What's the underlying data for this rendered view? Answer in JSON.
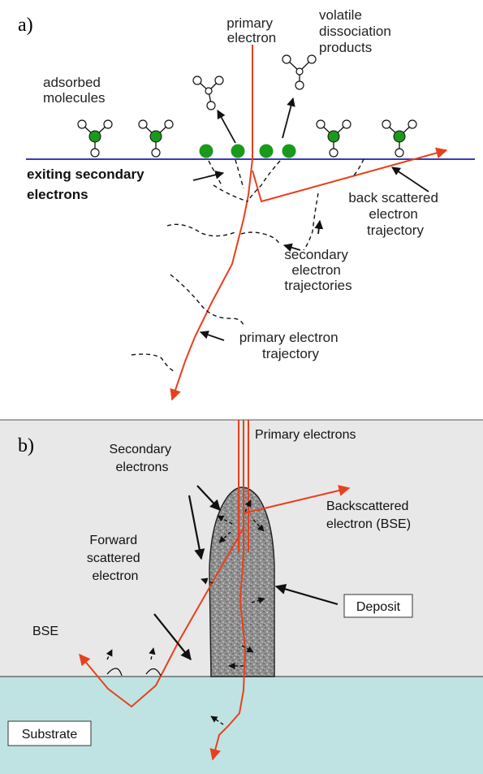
{
  "panel_a": {
    "label": "a)",
    "primary_electron": [
      "primary",
      "electron"
    ],
    "volatile": [
      "volatile",
      "dissociation",
      "products"
    ],
    "adsorbed": [
      "adsorbed",
      "molecules"
    ],
    "exiting": [
      "exiting secondary",
      "electrons"
    ],
    "back_scattered": [
      "back scattered",
      "electron",
      "trajectory"
    ],
    "secondary_traj": [
      "secondary",
      "electron",
      "trajectories"
    ],
    "primary_traj": [
      "primary electron",
      "trajectory"
    ],
    "colors": {
      "surface": "#3a3ab8",
      "molecule_center": "#1a9a1a",
      "beam": "#e8401c"
    }
  },
  "panel_b": {
    "label": "b)",
    "primary": "Primary electrons",
    "secondary": [
      "Secondary",
      "electrons"
    ],
    "bse_right": [
      "Backscattered",
      "electron (BSE)"
    ],
    "forward": [
      "Forward",
      "scattered",
      "electron"
    ],
    "deposit": "Deposit",
    "bse_left": "BSE",
    "substrate": "Substrate",
    "colors": {
      "background": "#e8e8e8",
      "substrate": "#bfe3e3",
      "deposit": "#9a9a9a",
      "beam": "#e8401c"
    }
  }
}
